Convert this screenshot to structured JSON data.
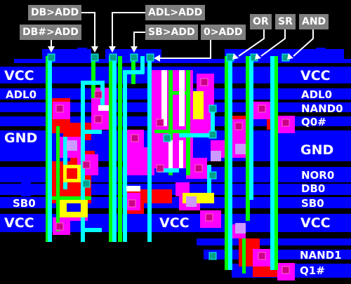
{
  "top_labels": {
    "db_add": "DB>ADD",
    "adl_add": "ADL>ADD",
    "dbn_add": "DB#>ADD",
    "sb_add": "SB>ADD",
    "zero_add": "0>ADD",
    "or": "OR",
    "sr": "SR",
    "and": "AND"
  },
  "left_labels": {
    "vcc_top": "VCC",
    "adl0": "ADL0",
    "gnd": "GND",
    "sb0": "SB0",
    "vcc_bottom": "VCC"
  },
  "center_labels": {
    "vcc": "VCC"
  },
  "right_labels": {
    "vcc_top": "VCC",
    "adl0": "ADL0",
    "nand0": "NAND0",
    "q0n": "Q0#",
    "gnd": "GND",
    "nor0": "NOR0",
    "db0": "DB0",
    "sb0": "SB0",
    "vcc_bottom": "VCC",
    "nand1": "NAND1",
    "q1n": "Q1#"
  },
  "colors": {
    "background": "#000000",
    "metal": "#0000ff",
    "poly": "#00ff00",
    "diffusion": "#ff0000",
    "contact": "#00ffff",
    "overlap": "#ff00ff",
    "highlight": "#ffff00",
    "label_box": "#7f7f7f"
  }
}
